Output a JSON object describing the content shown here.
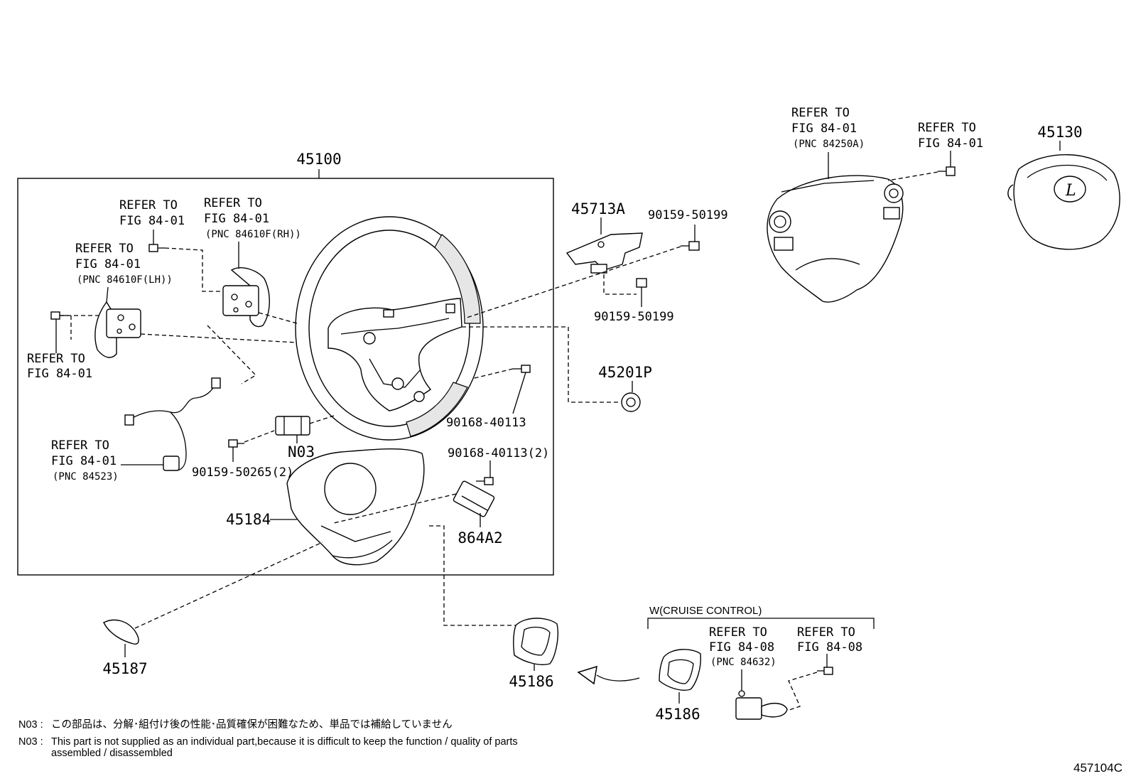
{
  "callouts": {
    "p45100": "45100",
    "p45130": "45130",
    "p45713a": "45713A",
    "p45201p": "45201P",
    "p45184": "45184",
    "p864a2": "864A2",
    "p45187": "45187",
    "p45186_left": "45186",
    "p45186_right": "45186",
    "n03": "N03",
    "b90159_50199_a": "90159-50199",
    "b90159_50199_b": "90159-50199",
    "b90168_40113": "90168-40113",
    "b90168_40113_2": "90168-40113(2)",
    "b90159_50265_2": "90159-50265(2)"
  },
  "refers": {
    "top_pnc84250a": [
      "REFER TO",
      "FIG 84-01",
      "(PNC 84250A)"
    ],
    "top_fig8401": [
      "REFER TO",
      "FIG 84-01"
    ],
    "left_bolt": [
      "REFER TO",
      "FIG 84-01"
    ],
    "rh_paddle": [
      "REFER TO",
      "FIG 84-01",
      "(PNC 84610F(RH))"
    ],
    "lh_paddle": [
      "REFER TO",
      "FIG 84-01",
      "(PNC 84610F(LH))"
    ],
    "left_lower": [
      "REFER TO",
      "FIG 84-01"
    ],
    "harness": [
      "REFER TO",
      "FIG 84-01",
      "(PNC 84523)"
    ],
    "cruise_pnc84632": [
      "REFER TO",
      "FIG 84-08",
      "(PNC 84632)"
    ],
    "cruise_fig8408": [
      "REFER TO",
      "FIG 84-08"
    ]
  },
  "cruise_header": "W(CRUISE CONTROL)",
  "notes": [
    {
      "code": "N03 :",
      "text": "この部品は、分解･組付け後の性能･品質確保が困難なため、単品では補給していません"
    },
    {
      "code": "N03 :",
      "text": "This part is not supplied as an individual part,because it is difficult to keep the function / quality of parts assembled / disassembled"
    }
  ],
  "figure_id": "457104C"
}
